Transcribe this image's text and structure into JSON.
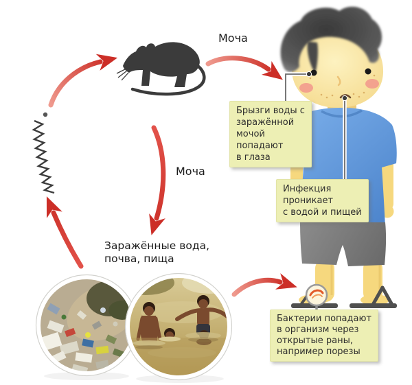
{
  "diagram": {
    "labels": {
      "urine_top": "Моча",
      "urine_middle": "Моча",
      "contaminated_sources": "Заражённые вода,\nпочва, пища"
    },
    "callouts": {
      "eye_splash": "Брызги воды с\nзаражённой\nмочой\nпопадают\nв глаза",
      "water_food": "Инфекция\nпроникает\nс водой и пищей",
      "wounds": "Бактерии попадают\nв организм через\nоткрытые раны,\nнапример порезы"
    },
    "icons": {
      "rat": "rat-silhouette-icon",
      "spirochete": "leptospira-spirochete-icon",
      "boy": "boy-figure",
      "magnifier": "wound-magnifier-icon",
      "photo_left": "contaminated-soil-photo",
      "photo_right": "children-bathing-photo"
    },
    "colors": {
      "arrow_red": "#d8453e",
      "note_bg": "#edefb4",
      "note_text": "#2d2d2d",
      "rat": "#3b3b3b",
      "shirt_blue": "#5b93d9",
      "skin": "#f6d87e",
      "shorts_gray": "#7a7a7a",
      "background": "#ffffff"
    }
  }
}
